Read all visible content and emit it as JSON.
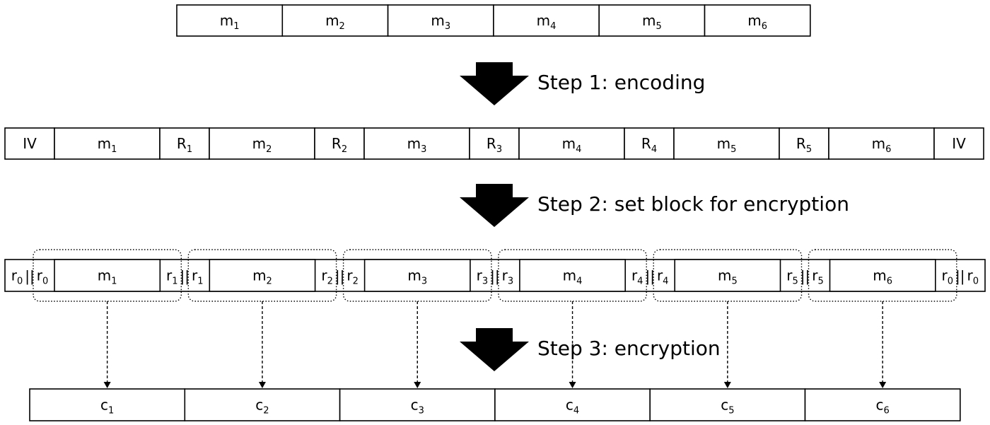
{
  "row_message": [
    {
      "base": "m",
      "sub": "1"
    },
    {
      "base": "m",
      "sub": "2"
    },
    {
      "base": "m",
      "sub": "3"
    },
    {
      "base": "m",
      "sub": "4"
    },
    {
      "base": "m",
      "sub": "5"
    },
    {
      "base": "m",
      "sub": "6"
    }
  ],
  "step1": "Step 1: encoding",
  "row_encoded": [
    {
      "base": "IV",
      "sub": ""
    },
    {
      "base": "m",
      "sub": "1"
    },
    {
      "base": "R",
      "sub": "1"
    },
    {
      "base": "m",
      "sub": "2"
    },
    {
      "base": "R",
      "sub": "2"
    },
    {
      "base": "m",
      "sub": "3"
    },
    {
      "base": "R",
      "sub": "3"
    },
    {
      "base": "m",
      "sub": "4"
    },
    {
      "base": "R",
      "sub": "4"
    },
    {
      "base": "m",
      "sub": "5"
    },
    {
      "base": "R",
      "sub": "5"
    },
    {
      "base": "m",
      "sub": "6"
    },
    {
      "base": "IV",
      "sub": ""
    }
  ],
  "step2": "Step 2: set block for encryption",
  "row_blocks": {
    "concat": "||",
    "pairs": [
      {
        "left": {
          "base": "r",
          "sub": "0"
        },
        "right": {
          "base": "r",
          "sub": "0"
        }
      },
      {
        "left": {
          "base": "r",
          "sub": "1"
        },
        "right": {
          "base": "r",
          "sub": "1"
        }
      },
      {
        "left": {
          "base": "r",
          "sub": "2"
        },
        "right": {
          "base": "r",
          "sub": "2"
        }
      },
      {
        "left": {
          "base": "r",
          "sub": "3"
        },
        "right": {
          "base": "r",
          "sub": "3"
        }
      },
      {
        "left": {
          "base": "r",
          "sub": "4"
        },
        "right": {
          "base": "r",
          "sub": "4"
        }
      },
      {
        "left": {
          "base": "r",
          "sub": "5"
        },
        "right": {
          "base": "r",
          "sub": "5"
        }
      },
      {
        "left": {
          "base": "r",
          "sub": "0"
        },
        "right": {
          "base": "r",
          "sub": "0"
        }
      }
    ],
    "messages": [
      {
        "base": "m",
        "sub": "1"
      },
      {
        "base": "m",
        "sub": "2"
      },
      {
        "base": "m",
        "sub": "3"
      },
      {
        "base": "m",
        "sub": "4"
      },
      {
        "base": "m",
        "sub": "5"
      },
      {
        "base": "m",
        "sub": "6"
      }
    ]
  },
  "step3": "Step 3: encryption",
  "row_cipher": [
    {
      "base": "c",
      "sub": "1"
    },
    {
      "base": "c",
      "sub": "2"
    },
    {
      "base": "c",
      "sub": "3"
    },
    {
      "base": "c",
      "sub": "4"
    },
    {
      "base": "c",
      "sub": "5"
    },
    {
      "base": "c",
      "sub": "6"
    }
  ]
}
